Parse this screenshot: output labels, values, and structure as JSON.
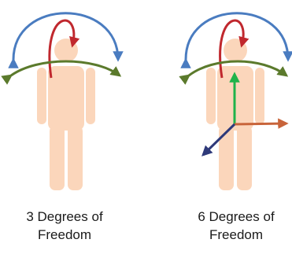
{
  "panels": [
    {
      "caption_line1": "3 Degrees of",
      "caption_line2": "Freedom",
      "rotation_arrows": [
        "pitch-arrow",
        "yaw-arrow",
        "roll-arrow"
      ],
      "translation_arrows": []
    },
    {
      "caption_line1": "6 Degrees of",
      "caption_line2": "Freedom",
      "rotation_arrows": [
        "pitch-arrow",
        "yaw-arrow",
        "roll-arrow"
      ],
      "translation_arrows": [
        "vertical-axis-arrow",
        "lateral-axis-arrow",
        "depth-axis-arrow"
      ]
    }
  ],
  "colors": {
    "figure": "#fbd6bb",
    "arc_large": "#4a7cc0",
    "arc_head": "#c0282e",
    "arc_waist": "#5b7a2c",
    "axis_vertical": "#1fb34a",
    "axis_lateral": "#c8643a",
    "axis_depth": "#2f3a7a"
  }
}
